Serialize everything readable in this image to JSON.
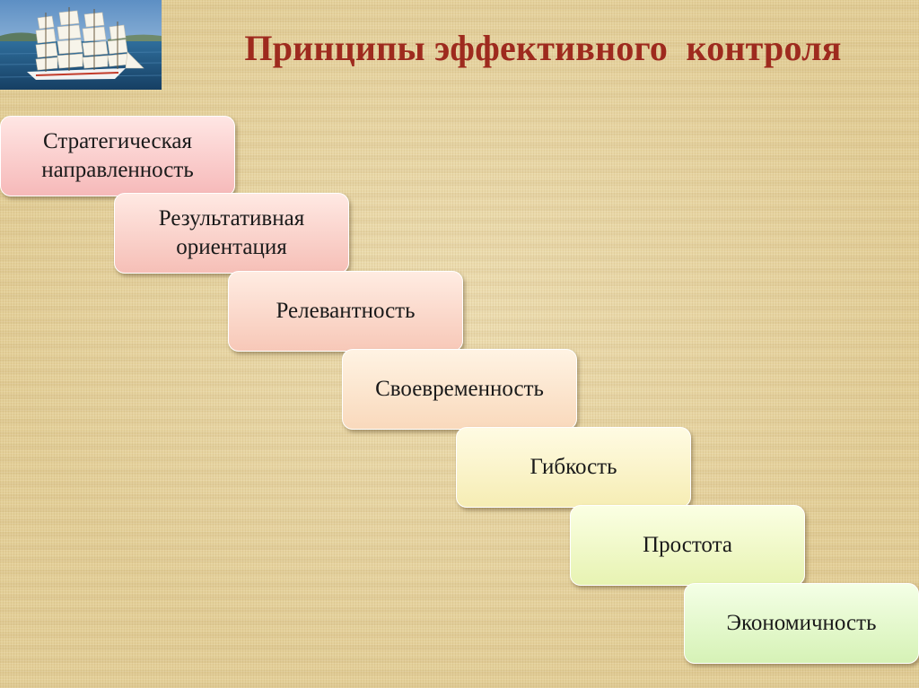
{
  "title": "Принципы эффективного  контроля",
  "steps": [
    {
      "label": "Стратегическая\nнаправленность"
    },
    {
      "label": "Результативная\nориентация"
    },
    {
      "label": "Релевантность"
    },
    {
      "label": "Своевременность"
    },
    {
      "label": "Гибкость"
    },
    {
      "label": "Простота"
    },
    {
      "label": "Экономичность"
    }
  ],
  "colors": {
    "title": "#9e2a1e",
    "step_gradient_start": "#f6b9b9",
    "step_gradient_end": "#d6f2b6",
    "background": "#e3cf98"
  },
  "photo": {
    "icon": "sailing-ship-icon"
  }
}
